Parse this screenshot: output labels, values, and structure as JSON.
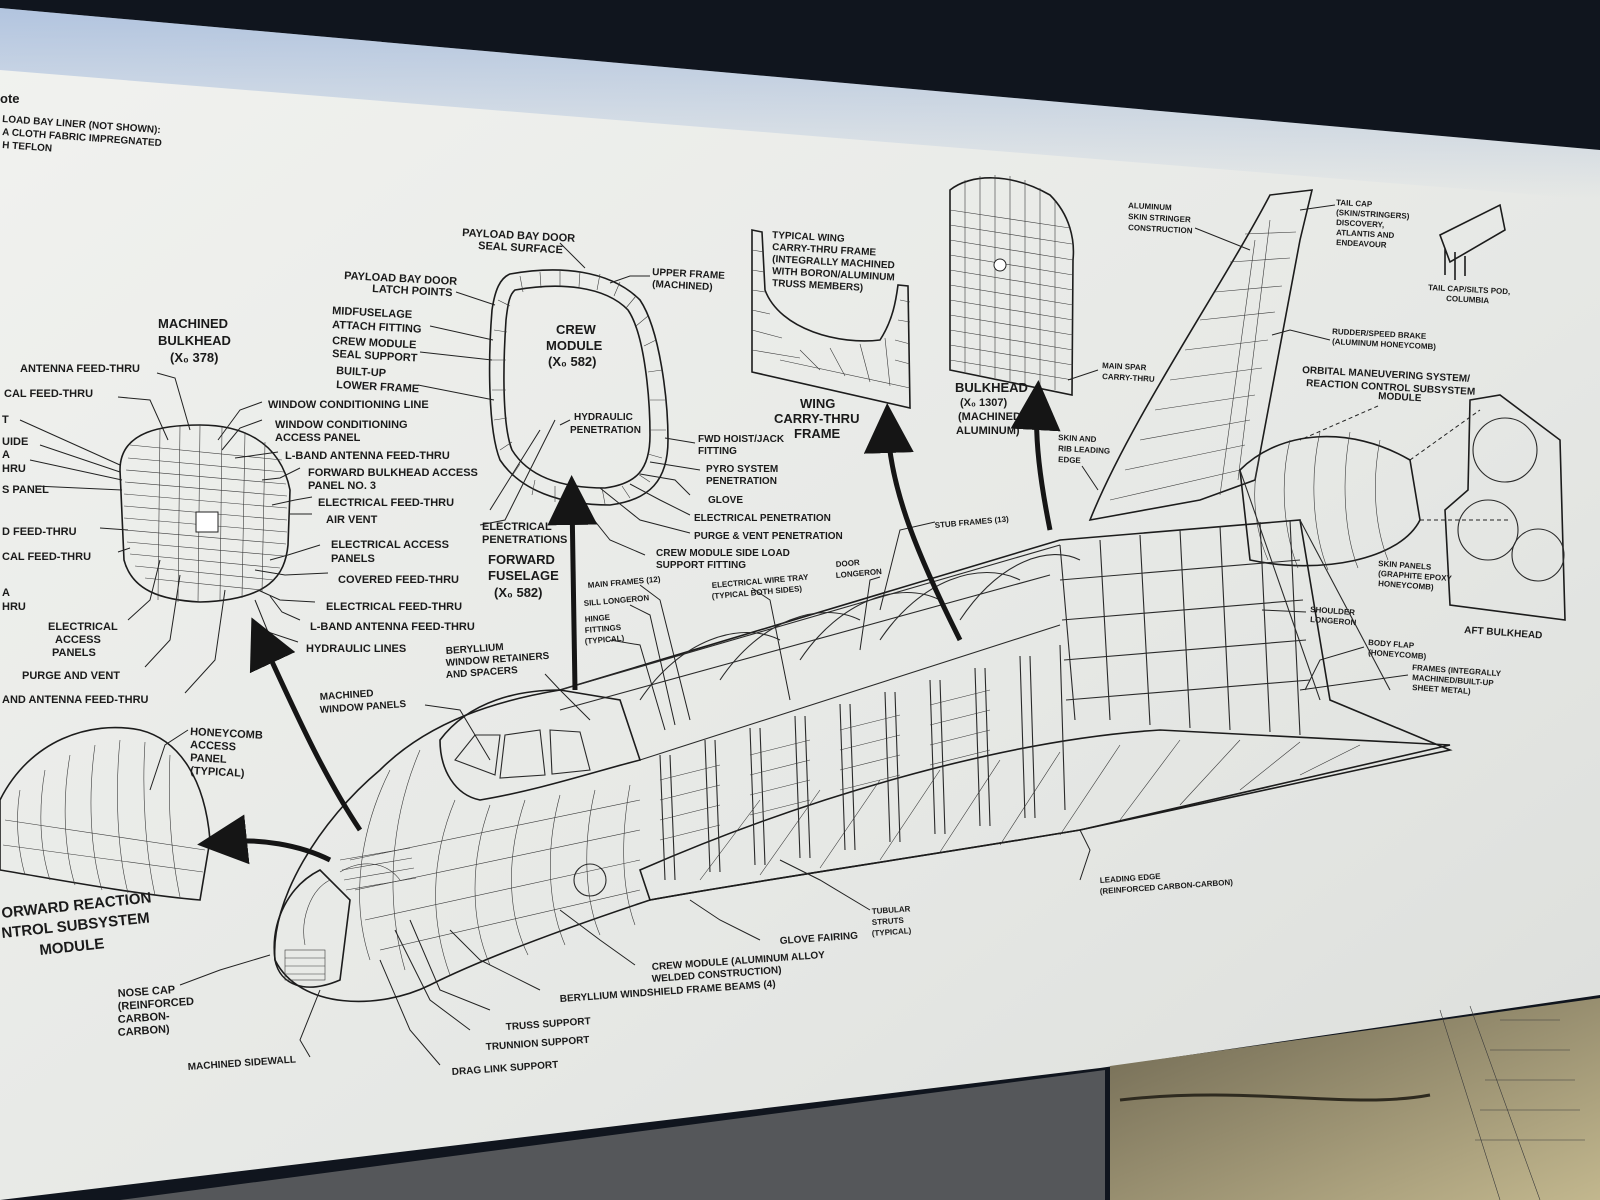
{
  "note": {
    "title": "ote",
    "lines": [
      "LOAD BAY LINER (NOT SHOWN):",
      "A CLOTH FABRIC IMPREGNATED",
      "H TEFLON"
    ]
  },
  "machined_bulkhead": {
    "title1": "MACHINED",
    "title2": "BULKHEAD",
    "station": "(X₀ 378)",
    "left_labels": [
      "ANTENNA FEED-THRU",
      "CAL FEED-THRU",
      "T",
      "UIDE",
      "A",
      "HRU",
      "S PANEL",
      "D FEED-THRU",
      "CAL FEED-THRU",
      "A",
      "HRU"
    ],
    "right_labels": [
      "WINDOW CONDITIONING LINE",
      "WINDOW CONDITIONING",
      "ACCESS PANEL",
      "L-BAND ANTENNA FEED-THRU",
      "FORWARD BULKHEAD ACCESS",
      "PANEL NO. 3",
      "ELECTRICAL FEED-THRU",
      "AIR VENT",
      "ELECTRICAL ACCESS",
      "PANELS",
      "COVERED FEED-THRU",
      "ELECTRICAL FEED-THRU",
      "L-BAND ANTENNA FEED-THRU",
      "HYDRAULIC LINES"
    ],
    "bottom_labels": [
      "ELECTRICAL",
      "ACCESS",
      "PANELS",
      "PURGE AND VENT",
      "AND ANTENNA FEED-THRU"
    ]
  },
  "crew_module": {
    "title1": "CREW",
    "title2": "MODULE",
    "station": "(X₀ 582)",
    "left_labels": [
      "PAYLOAD BAY DOOR",
      "SEAL SURFACE",
      "PAYLOAD BAY DOOR",
      "LATCH POINTS",
      "MIDFUSELAGE",
      "ATTACH FITTING",
      "CREW MODULE",
      "SEAL SUPPORT",
      "BUILT-UP",
      "LOWER FRAME"
    ],
    "right_labels": [
      "UPPER FRAME",
      "(MACHINED)",
      "HYDRAULIC",
      "PENETRATION",
      "FWD HOIST/JACK",
      "FITTING",
      "PYRO SYSTEM",
      "PENETRATION",
      "GLOVE",
      "ELECTRICAL PENETRATION",
      "PURGE & VENT PENETRATION",
      "CREW MODULE SIDE LOAD",
      "SUPPORT FITTING"
    ],
    "bottom_labels": [
      "ELECTRICAL",
      "PENETRATIONS",
      "FORWARD",
      "FUSELAGE",
      "(X₀ 582)"
    ]
  },
  "wing_carry_thru": {
    "desc": [
      "TYPICAL WING",
      "CARRY-THRU FRAME",
      "(INTEGRALLY MACHINED",
      "WITH BORON/ALUMINUM",
      "TRUSS MEMBERS)"
    ],
    "title": [
      "WING",
      "CARRY-THRU",
      "FRAME"
    ]
  },
  "bulkhead_1307": {
    "title": [
      "BULKHEAD",
      "(X₀ 1307)",
      "(MACHINED",
      "ALUMINUM)"
    ],
    "labels": [
      "MAIN SPAR",
      "CARRY-THRU",
      "SKIN AND",
      "RIB LEADING",
      "EDGE"
    ]
  },
  "tail": {
    "labels": [
      "ALUMINUM",
      "SKIN STRINGER",
      "CONSTRUCTION",
      "TAIL CAP",
      "(SKIN/STRINGERS)",
      "DISCOVERY,",
      "ATLANTIS AND",
      "ENDEAVOUR",
      "RUDDER/SPEED BRAKE",
      "(ALUMINUM HONEYCOMB)",
      "TAIL CAP/SILTS POD,",
      "COLUMBIA"
    ]
  },
  "oms": {
    "title": [
      "ORBITAL MANEUVERING SYSTEM/",
      "REACTION CONTROL SUBSYSTEM",
      "MODULE"
    ],
    "labels": [
      "SKIN PANELS",
      "(GRAPHITE EPOXY",
      "HONEYCOMB)",
      "AFT BULKHEAD",
      "SHOULDER",
      "LONGERON",
      "BODY FLAP",
      "(HONEYCOMB)",
      "FRAMES (INTEGRALLY",
      "MACHINED/BUILT-UP",
      "SHEET METAL)"
    ]
  },
  "fuselage": {
    "labels": [
      "STUB FRAMES (13)",
      "DOOR",
      "LONGERON",
      "ELECTRICAL WIRE TRAY",
      "(TYPICAL BOTH SIDES)",
      "MAIN FRAMES (12)",
      "SILL LONGERON",
      "HINGE",
      "FITTINGS",
      "(TYPICAL)",
      "BERYLLIUM",
      "WINDOW RETAINERS",
      "AND SPACERS",
      "MACHINED",
      "WINDOW PANELS",
      "LEADING EDGE",
      "(REINFORCED CARBON-CARBON)",
      "TUBULAR",
      "STRUTS",
      "(TYPICAL)",
      "GLOVE FAIRING",
      "CREW MODULE (ALUMINUM ALLOY",
      "WELDED CONSTRUCTION)",
      "BERYLLIUM WINDSHIELD FRAME BEAMS (4)",
      "TRUSS SUPPORT",
      "TRUNNION SUPPORT",
      "DRAG LINK SUPPORT",
      "MACHINED SIDEWALL"
    ]
  },
  "forward_rcs": {
    "labels": [
      "HONEYCOMB",
      "ACCESS",
      "PANEL",
      "(TYPICAL)"
    ],
    "title": [
      "ORWARD REACTION",
      "NTROL SUBSYSTEM",
      "MODULE"
    ]
  },
  "nose_cap": {
    "labels": [
      "NOSE CAP",
      "(REINFORCED",
      "CARBON-",
      "CARBON)"
    ]
  },
  "colors": {
    "poster": "#e9ebe8",
    "ink": "#1a1a1a",
    "wall": "#10151e"
  }
}
